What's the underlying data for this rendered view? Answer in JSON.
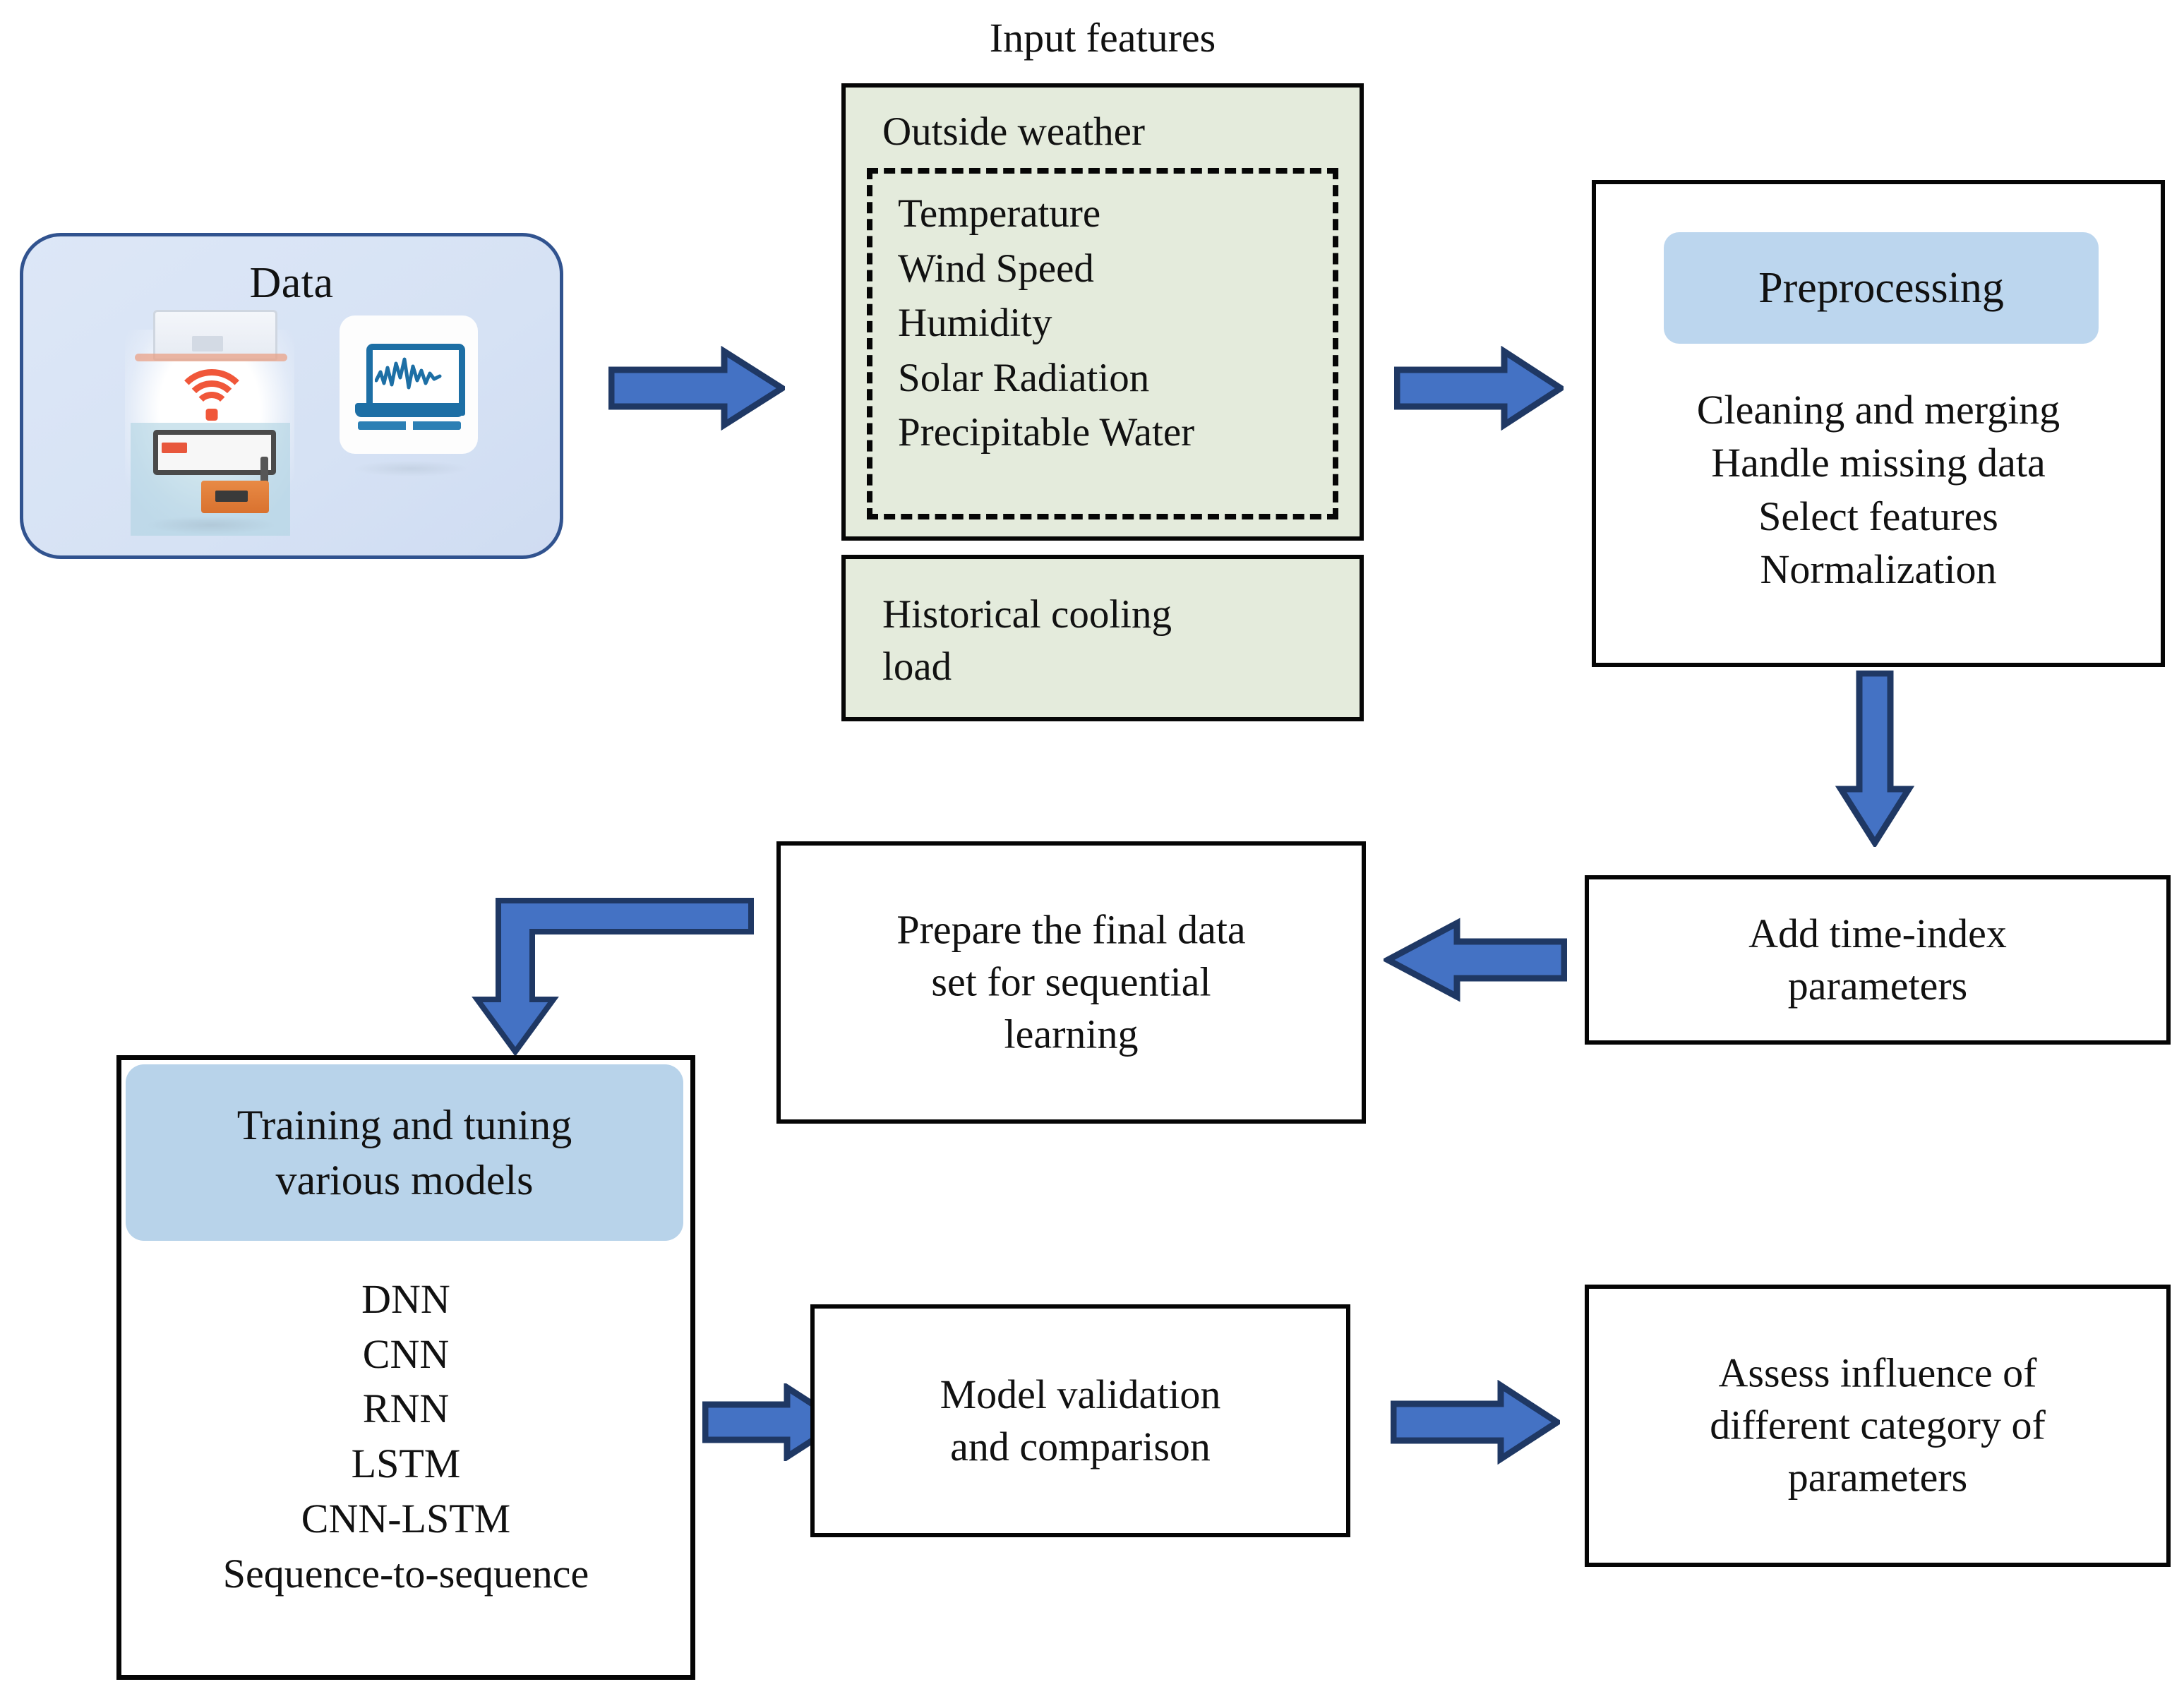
{
  "figure": {
    "type": "flowchart",
    "title": "Cooling load prediction methodology flowchart",
    "accent_blue": "#4472C4",
    "accent_blue_border": "#1F3864",
    "panel_green": "#E4EBDC",
    "panel_light_blue": "#BCD6EE",
    "data_box_fill": "#DCE6F5",
    "data_box_border": "#31538F"
  },
  "data_source": {
    "title": "Data",
    "icons": [
      {
        "name": "iot-sensor-wifi-image",
        "label": "IoT sensor broadcasting over Wi-Fi"
      },
      {
        "name": "laptop-waveform-icon",
        "label": "Laptop showing signal waveform"
      }
    ]
  },
  "input_features": {
    "caption": "Input features",
    "outside_weather": {
      "header": "Outside weather",
      "items": [
        "Temperature",
        "Wind Speed",
        "Humidity",
        "Solar Radiation",
        "Precipitable Water"
      ]
    },
    "historical": {
      "label": "Historical cooling\nload"
    }
  },
  "preprocessing": {
    "badge": "Preprocessing",
    "steps": "Cleaning and merging\nHandle missing data\nSelect features\nNormalization"
  },
  "add_time_index": {
    "label": "Add time-index\nparameters"
  },
  "prepare_dataset": {
    "label": "Prepare the final data\nset for sequential\nlearning"
  },
  "training": {
    "badge": "Training and tuning\nvarious models",
    "models": "DNN\nCNN\nRNN\nLSTM\nCNN-LSTM\nSequence-to-sequence"
  },
  "model_validation": {
    "label": "Model validation\nand comparison"
  },
  "assess_influence": {
    "label": "Assess influence of\ndifferent category of\nparameters"
  },
  "arrows": [
    {
      "name": "arrow-data-to-input",
      "direction": "right"
    },
    {
      "name": "arrow-input-to-preprocessing",
      "direction": "right"
    },
    {
      "name": "arrow-preprocessing-to-addtime",
      "direction": "down"
    },
    {
      "name": "arrow-addtime-to-prepare",
      "direction": "left"
    },
    {
      "name": "arrow-prepare-to-training",
      "direction": "elbow-left-down"
    },
    {
      "name": "arrow-training-to-validation",
      "direction": "right"
    },
    {
      "name": "arrow-validation-to-assess",
      "direction": "right"
    }
  ]
}
